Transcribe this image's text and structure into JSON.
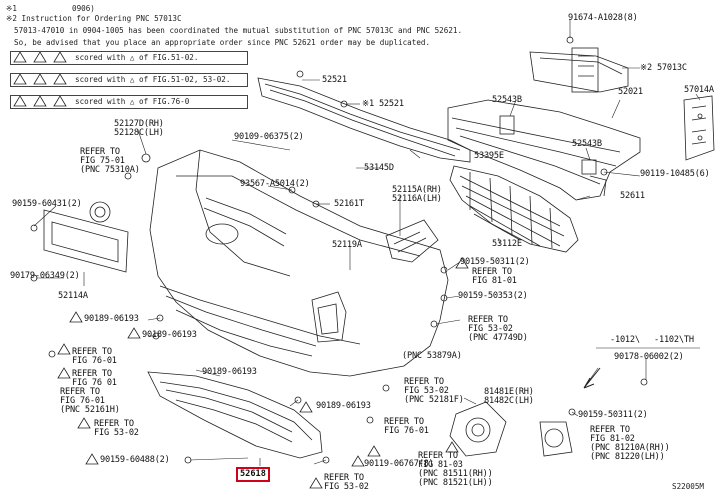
{
  "header": {
    "line1_a": "※1",
    "line1_b": "0906)",
    "instruction_title": "※2 Instruction for Ordering PNC 57013C",
    "instruction_1": "57013-47010 in 0904-1005 has been coordinated the mutual substitution of PNC 57013C and PNC 52621.",
    "instruction_2": "So, be advised that you place an appropriate order since PNC 52621 order may be duplicated."
  },
  "legend_rows": [
    {
      "text": "scored with  △  of FIG.51-02."
    },
    {
      "text": "scored with  △  of FIG.51-02, 53-02."
    },
    {
      "text": "scored with  △  of FIG.76-0"
    }
  ],
  "labels": {
    "p91674": "91674-A1028(8)",
    "p57013c": "※2 57013C",
    "p52521a": "52521",
    "p52521b": "※1 52521",
    "p52543b": "52543B",
    "p52021": "52021",
    "p57014a": "57014A",
    "p52127": "52127D(RH)",
    "p52128": "52128C(LH)",
    "p90109": "90109-06375(2)",
    "p52543b2": "52543B",
    "p53145d": "53145D",
    "p53395e": "53395E",
    "p90119_10485": "90119-10485(6)",
    "ref75_a": "REFER TO",
    "ref75_b": "FIG 75-01",
    "ref75_c": "(PNC 75310A)",
    "p93567": "93567-A5014(2)",
    "p52611": "52611",
    "p90159_60431": "90159-60431(2)",
    "p52161t": "52161T",
    "p52115": "52115A(RH)",
    "p52116": "52116A(LH)",
    "p52119a": "52119A",
    "p53112e": "53112E",
    "p90179": "90179-06349(2)",
    "p90159_50311a": "90159-50311(2)",
    "ref81_a": "REFER TO",
    "ref81_b": "FIG 81-01",
    "p52114a": "52114A",
    "p90159_50353": "90159-50353(2)",
    "p90189_a": "90189-06193",
    "p90189_b": "90189-06193",
    "ref53_a1": "REFER TO",
    "ref53_a2": "FIG 53-02",
    "ref53_a3": "(PNC 47749D)",
    "ref76_a1": "REFER TO",
    "ref76_a2": "FIG 76-01",
    "ref76_b1": "REFER TO",
    "ref76_b2": "FIG 76 01",
    "pnc53879": "(PNC 53879A)",
    "dim_a": "-1012\\",
    "dim_b": "-1102\\TH",
    "p90178": "90178-06002(2)",
    "p90189_c": "90189-06193",
    "ref76_c1": "REFER TO",
    "ref76_c2": "FIG 76-01",
    "ref76_c3": "(PNC 52161H)",
    "ref53_b1": "REFER TO",
    "ref53_b2": "FIG 53-02",
    "ref53_b3": "(PNC 52181F)",
    "p90189_d": "90189-06193",
    "p81481": "81481E(RH)",
    "p81482": "81482C(LH)",
    "ref53_c1": "REFER TO",
    "ref53_c2": "FIG 53-02",
    "ref76_d1": "REFER TO",
    "ref76_d2": "FIG 76-01",
    "p90159_50311b": "90159-50311(2)",
    "ref81_c1": "REFER TO",
    "ref81_c2": "FIG 81-03",
    "ref81_c3": "(PNC 81511(RH))",
    "ref81_c4": "(PNC 81521(LH))",
    "ref81_d1": "REFER TO",
    "ref81_d2": "FIG 81-02",
    "ref81_d3": "(PNC 81210A(RH))",
    "ref81_d4": "(PNC 81220(LH))",
    "p90159_60488": "90159-60488(2)",
    "p90119_06767": "90119-06767(8)",
    "p52618": "52618",
    "ref53_d1": "REFER TO",
    "ref53_d2": "FIG 53-02",
    "code": "S22005M"
  }
}
